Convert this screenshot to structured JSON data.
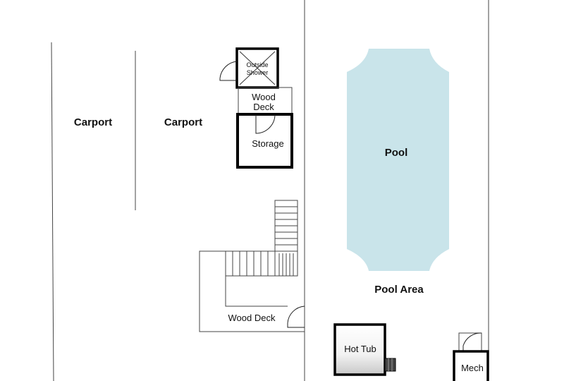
{
  "floorplan": {
    "labels": {
      "carport_left": "Carport",
      "carport_right": "Carport",
      "outside_shower_line1": "Outside",
      "outside_shower_line2": "Shower",
      "wood_deck_top_line1": "Wood",
      "wood_deck_top_line2": "Deck",
      "storage": "Storage",
      "pool": "Pool",
      "pool_area": "Pool Area",
      "wood_deck_bottom": "Wood Deck",
      "hot_tub": "Hot Tub",
      "mech": "Mech"
    },
    "colors": {
      "pool_fill": "#c9e4ea",
      "wall": "#000000",
      "line": "#444444"
    }
  }
}
